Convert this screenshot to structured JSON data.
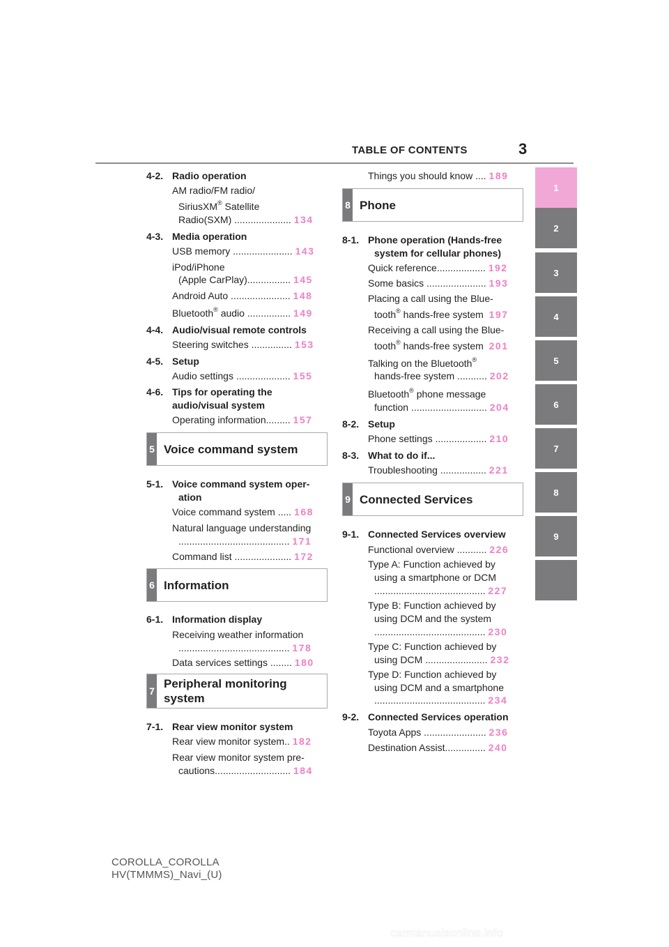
{
  "header": {
    "title": "TABLE OF CONTENTS",
    "page_number": "3"
  },
  "footer": {
    "line1": "COROLLA_COROLLA",
    "line2": "HV(TMMMS)_Navi_(U)"
  },
  "watermark": "carmanualsonline.info",
  "tabs": [
    "1",
    "2",
    "3",
    "4",
    "5",
    "6",
    "7",
    "8",
    "9",
    ""
  ],
  "left": {
    "s42": {
      "code": "4-2.",
      "title": "Radio operation"
    },
    "s42_items": [
      {
        "l1": "AM radio/FM radio/",
        "l2a": "SiriusXM",
        "l2b": " Satellite",
        "l3": "Radio(SXM)",
        "page": "134"
      }
    ],
    "s43": {
      "code": "4-3.",
      "title": "Media operation"
    },
    "s43_items": [
      {
        "text": "USB memory",
        "page": "143"
      },
      {
        "l1": "iPod/iPhone",
        "l2": "(Apple CarPlay)",
        "page": "145"
      },
      {
        "text": "Android Auto",
        "page": "148"
      },
      {
        "textA": "Bluetooth",
        "textB": " audio",
        "page": "149"
      }
    ],
    "s44": {
      "code": "4-4.",
      "title": "Audio/visual remote controls"
    },
    "s44_items": [
      {
        "text": "Steering switches",
        "page": "153"
      }
    ],
    "s45": {
      "code": "4-5.",
      "title": "Setup"
    },
    "s45_items": [
      {
        "text": "Audio settings",
        "page": "155"
      }
    ],
    "s46": {
      "code": "4-6.",
      "title1": "Tips for operating the",
      "title2": "audio/visual system"
    },
    "s46_items": [
      {
        "text": "Operating information",
        "page": "157"
      }
    ],
    "sec5": {
      "num": "5",
      "label": "Voice command system"
    },
    "s51": {
      "code": "5-1.",
      "title1": "Voice command system oper-",
      "title2": "ation"
    },
    "s51_items": [
      {
        "text": "Voice command system",
        "page": "168"
      },
      {
        "text": "Natural language understanding",
        "page": "171"
      },
      {
        "text": "Command list",
        "page": "172"
      }
    ],
    "sec6": {
      "num": "6",
      "label": "Information"
    },
    "s61": {
      "code": "6-1.",
      "title": "Information display"
    },
    "s61_items": [
      {
        "text": "Receiving weather information",
        "page": "178"
      },
      {
        "text": "Data services settings",
        "page": "180"
      }
    ],
    "sec7": {
      "num": "7",
      "label1": "Peripheral monitoring",
      "label2": "system"
    },
    "s71": {
      "code": "7-1.",
      "title": "Rear view monitor system"
    },
    "s71_items": [
      {
        "text": "Rear view monitor system",
        "page": "182"
      },
      {
        "l1": "Rear view monitor system pre-",
        "l2": "cautions",
        "page": "184"
      }
    ]
  },
  "right": {
    "top_item": {
      "text": "Things you should know",
      "page": "189"
    },
    "sec8": {
      "num": "8",
      "label": "Phone"
    },
    "s81": {
      "code": "8-1.",
      "title1": "Phone operation (Hands-free",
      "title2": "system for cellular phones)"
    },
    "s81_items": [
      {
        "text": "Quick reference",
        "page": "192"
      },
      {
        "text": "Some basics",
        "page": "193"
      },
      {
        "l1": "Placing a call using the Blue-",
        "l2a": "tooth",
        "l2b": " hands-free system",
        "page": "197"
      },
      {
        "l1": "Receiving a call using the Blue-",
        "l2a": "tooth",
        "l2b": " hands-free system",
        "page": "201"
      },
      {
        "l1": "Talking on the Bluetooth",
        "l2": "hands-free system",
        "page": "202"
      },
      {
        "l1a": "Bluetooth",
        "l1b": " phone message",
        "l2": "function",
        "page": "204"
      }
    ],
    "s82": {
      "code": "8-2.",
      "title": "Setup"
    },
    "s82_items": [
      {
        "text": "Phone settings",
        "page": "210"
      }
    ],
    "s83": {
      "code": "8-3.",
      "title": "What to do if..."
    },
    "s83_items": [
      {
        "text": "Troubleshooting",
        "page": "221"
      }
    ],
    "sec9": {
      "num": "9",
      "label": "Connected Services"
    },
    "s91": {
      "code": "9-1.",
      "title": "Connected Services overview"
    },
    "s91_items": [
      {
        "text": "Functional overview",
        "page": "226"
      },
      {
        "l1": "Type A: Function achieved by",
        "l2": "using a smartphone or DCM",
        "page": "227"
      },
      {
        "l1": "Type B: Function achieved by",
        "l2": "using DCM and the system",
        "page": "230"
      },
      {
        "l1": "Type C: Function achieved by",
        "l2": "using DCM",
        "page": "232"
      },
      {
        "l1": "Type D: Function achieved by",
        "l2": "using DCM and a smartphone",
        "page": "234"
      }
    ],
    "s92": {
      "code": "9-2.",
      "title": "Connected Services operation"
    },
    "s92_items": [
      {
        "text": "Toyota Apps",
        "page": "236"
      },
      {
        "text": "Destination Assist",
        "page": "240"
      }
    ]
  },
  "reg": "®"
}
